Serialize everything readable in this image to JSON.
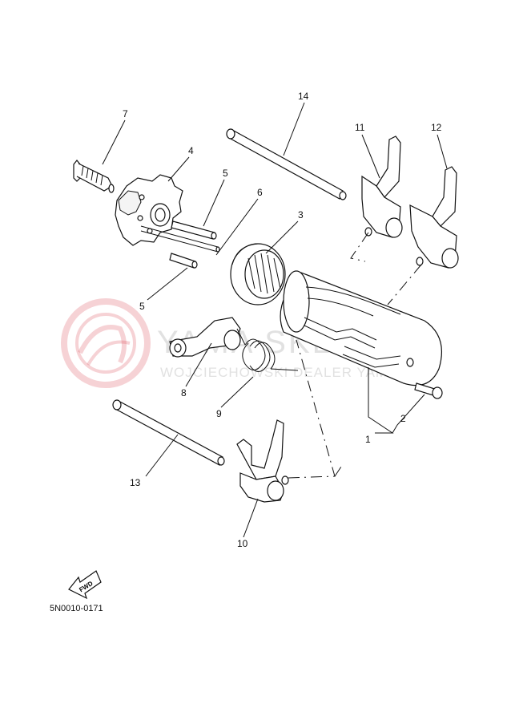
{
  "part_labels": {
    "p1": "1",
    "p2": "2",
    "p3": "3",
    "p4": "4",
    "p5a": "5",
    "p5b": "5",
    "p6": "6",
    "p7": "7",
    "p8": "8",
    "p9": "9",
    "p10": "10",
    "p11": "11",
    "p12": "12",
    "p13": "13",
    "p14": "14"
  },
  "fwd_label": "FWD",
  "drawing_code": "5N0010-0171",
  "watermark": {
    "line1": "YAMA SKLEP.PL",
    "line2": "WOJCIECHOWSKI DEALER YAMAHA",
    "color": "#d8343f"
  },
  "icons": {
    "fwd_arrow": "fwd-arrow-icon",
    "watermark_logo": "yamaha-logo-icon"
  }
}
